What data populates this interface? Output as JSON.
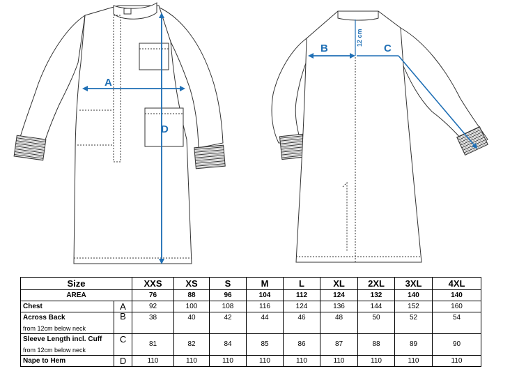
{
  "labels": {
    "a": "A",
    "b": "B",
    "c": "C",
    "d": "D",
    "cm": "12 cm"
  },
  "table": {
    "size_header": "Size",
    "area_header": "AREA",
    "sizes": [
      "XXS",
      "XS",
      "S",
      "M",
      "L",
      "XL",
      "2XL",
      "3XL",
      "4XL"
    ],
    "area": [
      "76",
      "88",
      "96",
      "104",
      "112",
      "124",
      "132",
      "140",
      "140"
    ],
    "rows": [
      {
        "label": "Chest",
        "code": "A",
        "note": "",
        "values": [
          "92",
          "100",
          "108",
          "116",
          "124",
          "136",
          "144",
          "152",
          "160"
        ]
      },
      {
        "label": "Across Back",
        "code": "B",
        "note": "from 12cm below neck",
        "values": [
          "38",
          "40",
          "42",
          "44",
          "46",
          "48",
          "50",
          "52",
          "54"
        ]
      },
      {
        "label": "Sleeve Length incl. Cuff",
        "code": "C",
        "note": "from 12cm below neck",
        "values": [
          "81",
          "82",
          "84",
          "85",
          "86",
          "87",
          "88",
          "89",
          "90"
        ]
      },
      {
        "label": "Nape to Hem",
        "code": "D",
        "note": "",
        "values": [
          "110",
          "110",
          "110",
          "110",
          "110",
          "110",
          "110",
          "110",
          "110"
        ]
      }
    ]
  },
  "colors": {
    "measure": "#1f6fb5",
    "outline": "#333333"
  }
}
